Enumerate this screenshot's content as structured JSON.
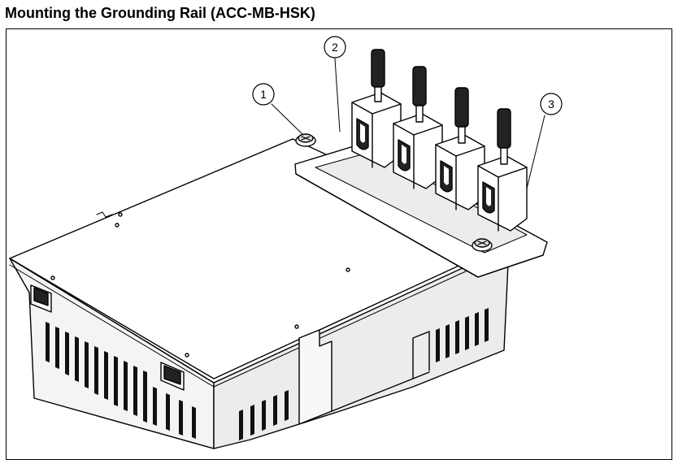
{
  "title": "Mounting the Grounding Rail (ACC-MB-HSK)",
  "callouts": {
    "c1": "1",
    "c2": "2",
    "c3": "3"
  },
  "colors": {
    "line": "#000000",
    "fill_light": "#ffffff",
    "fill_shade": "#e6e6e6",
    "fill_dark": "#222222"
  }
}
